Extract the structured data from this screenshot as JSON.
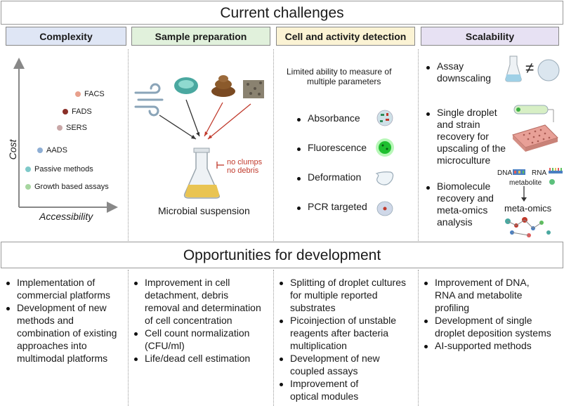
{
  "top_title": "Current challenges",
  "headers": {
    "complexity": "Complexity",
    "sample_prep": "Sample preparation",
    "detection": "Cell and activity detection",
    "scalability": "Scalability"
  },
  "colors": {
    "complexity_bg": "#dfe6f5",
    "sample_prep_bg": "#e1f1dc",
    "detection_bg": "#fbf3d4",
    "scalability_bg": "#e7e1f3",
    "facs": "#e8a08c",
    "fads": "#8a2f28",
    "sers": "#c9a7a7",
    "aads": "#8eaed4",
    "passive": "#7ec9c9",
    "growth": "#a7d6a0",
    "red_text": "#c0392b"
  },
  "complexity": {
    "y_axis": "Cost",
    "x_axis": "Accessibility",
    "points": [
      {
        "label": "FACS",
        "color_key": "facs"
      },
      {
        "label": "FADS",
        "color_key": "fads"
      },
      {
        "label": "SERS",
        "color_key": "sers"
      },
      {
        "label": "AADS",
        "color_key": "aads"
      },
      {
        "label": "Passive methods",
        "color_key": "passive"
      },
      {
        "label": "Growth based assays",
        "color_key": "growth"
      }
    ]
  },
  "sample_prep": {
    "annotation_line1": "no clumps",
    "annotation_line2": "no debris",
    "caption": "Microbial suspension",
    "icons": [
      "wind-icon",
      "cell-icon",
      "feces-icon",
      "soil-icon",
      "flask-icon"
    ]
  },
  "detection": {
    "intro_line1": "Limited ability to measure of",
    "intro_line2": "multiple parameters",
    "items": [
      "Absorbance",
      "Fluorescence",
      "Deformation",
      "PCR targeted"
    ]
  },
  "scalability": {
    "item1_line1": "Assay",
    "item1_line2": "downscaling",
    "not_equal": "≠",
    "item2_lines": [
      "Single droplet",
      "and strain",
      "recovery for",
      "upscaling of the",
      "microculture"
    ],
    "item3_lines": [
      "Biomolecule",
      "recovery and",
      "meta-omics",
      "analysis"
    ],
    "dna_label": "DNA",
    "rna_label": "RNA",
    "metabolite_label": "metabolite",
    "metaomics_label": "meta-omics"
  },
  "bottom_title": "Opportunities for development",
  "opportunities": {
    "complexity": [
      [
        "Implementation  of",
        "commercial platforms"
      ],
      [
        "Development of new",
        "methods and",
        "combination of existing",
        "approaches into",
        "multimodal platforms"
      ]
    ],
    "sample_prep": [
      [
        "Improvement in cell",
        "detachment, debris",
        "removal and determination",
        "of cell concentration"
      ],
      [
        "Cell count normalization",
        "(CFU/ml)"
      ],
      [
        "Life/dead cell estimation"
      ]
    ],
    "detection": [
      [
        "Splitting of droplet cultures",
        "for multiple reported",
        "substrates"
      ],
      [
        "Picoinjection of unstable",
        "reagents after bacteria",
        "multiplication"
      ],
      [
        "Development of new",
        "coupled assays"
      ],
      [
        "Improvement of",
        "optical modules"
      ]
    ],
    "scalability": [
      [
        "Improvement of DNA,",
        "RNA and metabolite",
        "profiling"
      ],
      [
        "Development of single",
        "droplet deposition systems"
      ],
      [
        "AI-supported methods"
      ]
    ]
  }
}
